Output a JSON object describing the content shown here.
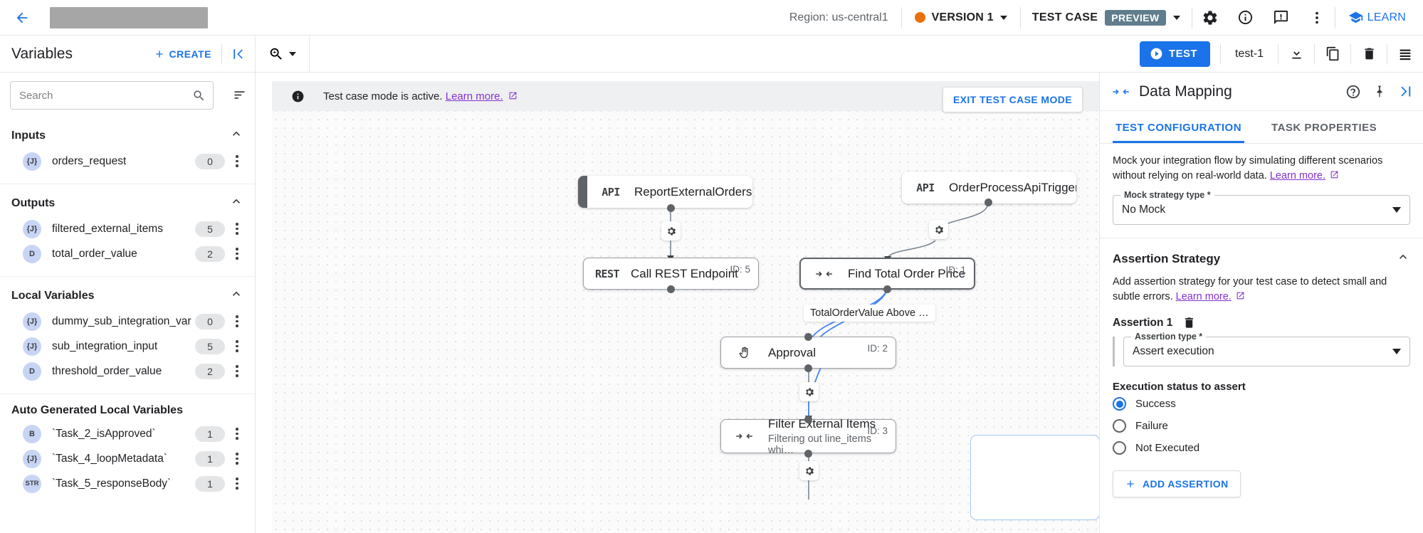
{
  "topbar": {
    "back_icon": "back-arrow-icon",
    "title_redacted": "",
    "region": "Region: us-central1",
    "version_label": "VERSION 1",
    "version_dot_color": "#e8710a",
    "test_case_label": "TEST CASE",
    "preview_chip": "PREVIEW",
    "icons": [
      "gear-icon",
      "info-icon",
      "feedback-icon",
      "more-vert-icon"
    ],
    "learn_label": "LEARN"
  },
  "secondbar": {
    "variables_title": "Variables",
    "create_label": "CREATE",
    "collapse_icon": "collapse-left-icon",
    "zoom_icon": "zoom-icon",
    "test_label": "TEST",
    "test_name": "test-1",
    "actions": [
      "download-icon",
      "copy-icon",
      "delete-icon",
      "list-icon"
    ]
  },
  "sidebar": {
    "search": {
      "value": "",
      "placeholder": "Search"
    },
    "sort_icon": "sort-icon",
    "groups": [
      {
        "title": "Inputs",
        "items": [
          {
            "type": "{J}",
            "name": "orders_request",
            "count": "0"
          }
        ]
      },
      {
        "title": "Outputs",
        "items": [
          {
            "type": "{J}",
            "name": "filtered_external_items",
            "count": "5"
          },
          {
            "type": "D",
            "name": "total_order_value",
            "count": "2"
          }
        ]
      },
      {
        "title": "Local Variables",
        "items": [
          {
            "type": "{J}",
            "name": "dummy_sub_integration_var",
            "count": "0"
          },
          {
            "type": "{J}",
            "name": "sub_integration_input",
            "count": "5"
          },
          {
            "type": "D",
            "name": "threshold_order_value",
            "count": "2"
          }
        ]
      },
      {
        "title": "Auto Generated Local Variables",
        "items": [
          {
            "type": "B",
            "name": "`Task_2_isApproved`",
            "count": "1"
          },
          {
            "type": "{J}",
            "name": "`Task_4_loopMetadata`",
            "count": "1"
          },
          {
            "type": "STR",
            "name": "`Task_5_responseBody`",
            "count": "1"
          }
        ]
      }
    ]
  },
  "canvas": {
    "banner_text": "Test case mode is active.",
    "banner_link": "Learn more.",
    "exit_label": "EXIT TEST CASE MODE",
    "nodes": [
      {
        "icon": "API",
        "title": "ReportExternalOrders",
        "sub": "",
        "id": ""
      },
      {
        "icon": "API",
        "title": "OrderProcessApiTrigger",
        "sub": "",
        "id": ""
      },
      {
        "icon": "REST",
        "title": "Call REST Endpoint",
        "sub": "",
        "id": "ID: 5"
      },
      {
        "icon": "mapping",
        "title": "Find Total Order Price",
        "sub": "",
        "id": "ID: 1"
      },
      {
        "icon": "hand",
        "title": "Approval",
        "sub": "",
        "id": "ID: 2"
      },
      {
        "icon": "mapping",
        "title": "Filter External Items",
        "sub": "Filtering out line_items whi…",
        "id": "ID: 3"
      }
    ],
    "edge_label": "TotalOrderValue Above …"
  },
  "rightpanel": {
    "title": "Data Mapping",
    "title_icon": "data-mapping-icon",
    "head_icons": [
      "help-icon",
      "pin-icon",
      "collapse-right-icon"
    ],
    "tabs": [
      {
        "label": "TEST CONFIGURATION",
        "active": true
      },
      {
        "label": "TASK PROPERTIES",
        "active": false
      }
    ],
    "mock_desc": "Mock your integration flow by simulating different scenarios without relying on real-world data.",
    "mock_link": "Learn more.",
    "mock_field_label": "Mock strategy type *",
    "mock_field_value": "No Mock",
    "assertion_section_title": "Assertion Strategy",
    "assertion_desc": "Add assertion strategy for your test case to detect small and subtle errors.",
    "assertion_link": "Learn more.",
    "assertion_item_label": "Assertion 1",
    "assertion_delete_icon": "delete-icon",
    "assertion_type_label": "Assertion type *",
    "assertion_type_value": "Assert execution",
    "exec_status_label": "Execution status to assert",
    "radios": [
      {
        "label": "Success",
        "selected": true
      },
      {
        "label": "Failure",
        "selected": false
      },
      {
        "label": "Not Executed",
        "selected": false
      }
    ],
    "add_assertion_label": "ADD ASSERTION"
  },
  "colors": {
    "accent": "#1a73e8",
    "link_purple": "#8430ce",
    "version_dot": "#e8710a",
    "preview_chip": "#5f7d8c"
  }
}
